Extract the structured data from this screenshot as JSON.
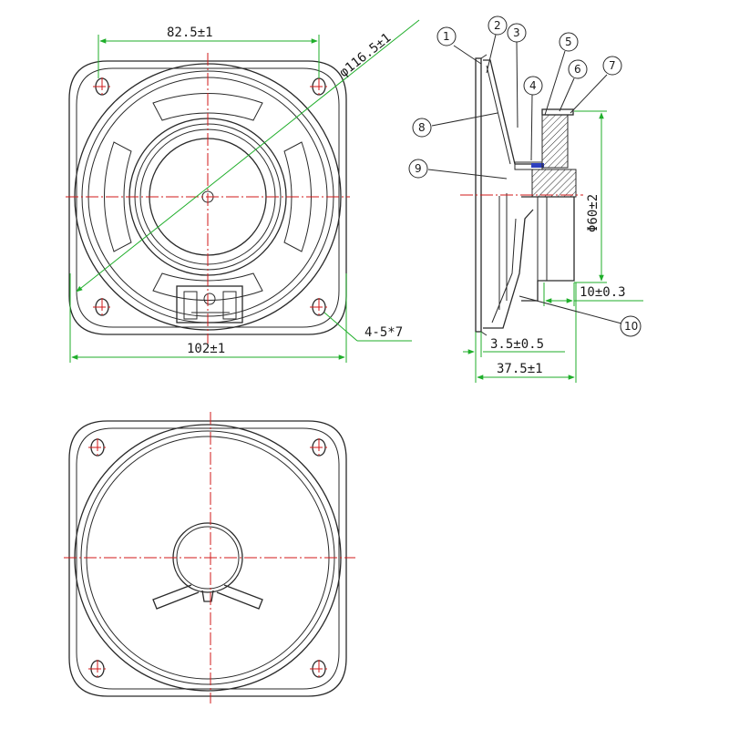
{
  "dimensions": {
    "inner_width": "82.5±1",
    "diagonal": "φ116.5±1",
    "outer_width": "102±1",
    "holes": "4-5*7",
    "magnet_diameter": "Φ60±2",
    "magnet_height": "10±0.3",
    "flange": "3.5±0.5",
    "depth": "37.5±1"
  },
  "callouts": [
    "1",
    "2",
    "3",
    "4",
    "5",
    "6",
    "7",
    "8",
    "9",
    "10"
  ],
  "colors": {
    "outline": "#2a2a2a",
    "centerline": "#d21a1a",
    "dimension": "#1fae2a",
    "callout": "#1a1a1a"
  }
}
